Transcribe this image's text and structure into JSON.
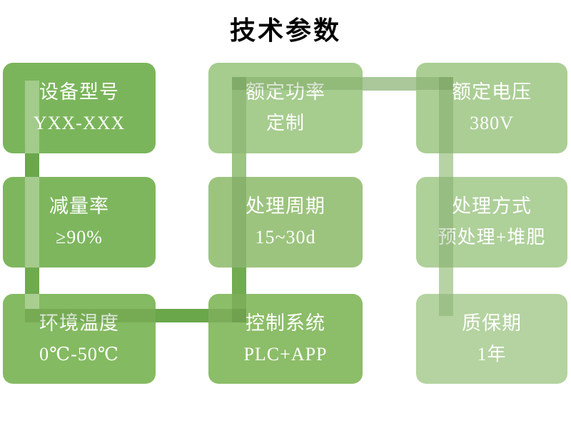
{
  "title": "技术参数",
  "title_color": "#000000",
  "text_color": "#ffffff",
  "cards": [
    {
      "id": "device-model",
      "label": "设备型号",
      "value": "YXX-XXX",
      "color": "#7bb55b"
    },
    {
      "id": "rated-power",
      "label": "额定功率",
      "value": "定制",
      "color": "#a6cc8e"
    },
    {
      "id": "rated-voltage",
      "label": "额定电压",
      "value": "380V",
      "color": "#abce95"
    },
    {
      "id": "reduction-rate",
      "label": "减量率",
      "value": "≥90%",
      "color": "#7eb65e"
    },
    {
      "id": "treatment-cycle",
      "label": "处理周期",
      "value": "15~30d",
      "color": "#9cc47e"
    },
    {
      "id": "treatment-method",
      "label": "处理方式",
      "value": "预处理+堆肥",
      "color": "#aed099"
    },
    {
      "id": "ambient-temperature",
      "label": "环境温度",
      "value": "0℃-50℃",
      "color": "#84ba61"
    },
    {
      "id": "control-system",
      "label": "控制系统",
      "value": "PLC+APP",
      "color": "#8cbd68"
    },
    {
      "id": "warranty-period",
      "label": "质保期",
      "value": "1年",
      "color": "#b4d3a0"
    }
  ],
  "connectors": {
    "seg_1_4": "#6ba84c",
    "seg_4_7": "#6faa4e",
    "seg_7_8": "#6aa64a",
    "seg_8_5": "#72ab50",
    "seg_5_2": "#9cc482",
    "seg_2_3": "#aac89a",
    "seg_3_6": "#b7d3a5",
    "seg_6_9": "#b7d3a5"
  }
}
